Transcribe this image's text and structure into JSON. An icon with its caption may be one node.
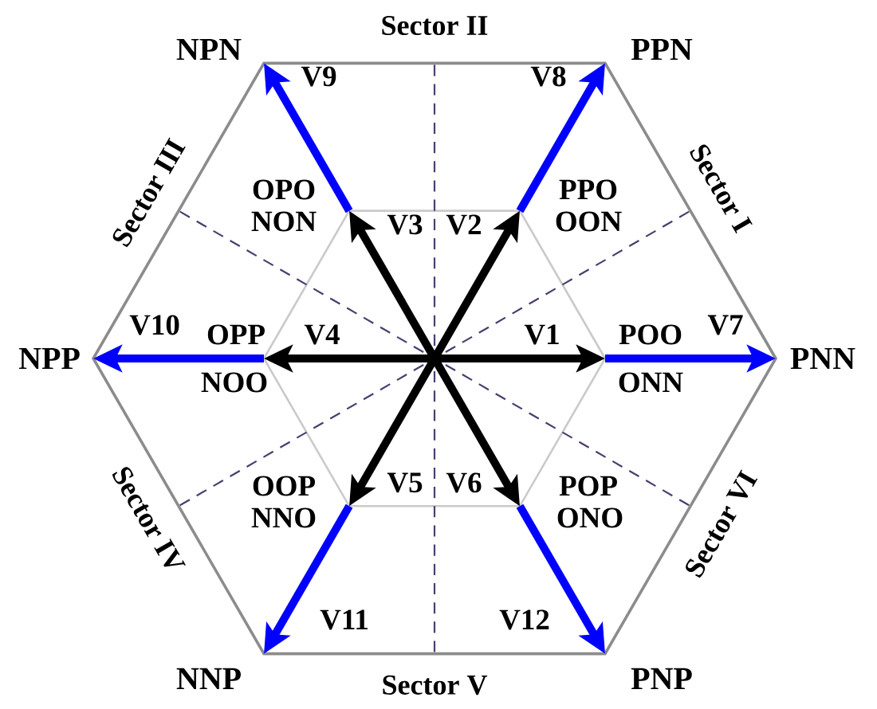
{
  "diagram": {
    "labels": [
      "Sector II",
      "NPN",
      "PPN",
      "V9",
      "V8",
      "Sector III",
      "OPO",
      "PPO",
      "Sector I",
      "NON",
      "V3",
      "V2",
      "OON",
      "V10",
      "OPP",
      "V4",
      "V1",
      "POO",
      "V7",
      "NPP",
      "PNN",
      "NOO",
      "ONN",
      "OOP",
      "V5",
      "V6",
      "POP",
      "Sector IV",
      "NNO",
      "ONO",
      "Sector VI",
      "V11",
      "V12",
      "NNP",
      "Sector V",
      "PNP"
    ]
  }
}
